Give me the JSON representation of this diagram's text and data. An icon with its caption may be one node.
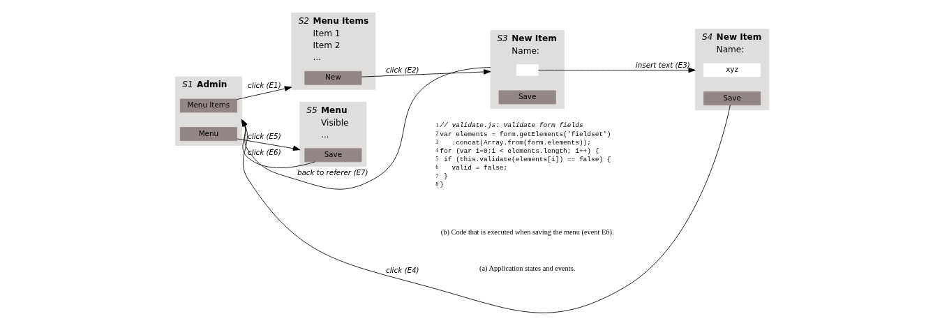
{
  "diagram": {
    "nodes": [
      {
        "text": [
          "Admin"
        ],
        "beside": [
          "S1"
        ]
      },
      {
        "text": [
          "Menu Items"
        ],
        "in": 0
      },
      {
        "text": [
          "Menu"
        ],
        "in": 0
      },
      {
        "text": [
          "Menu Items",
          "Item 1",
          "Item 2",
          "..."
        ],
        "beside": [
          "S2"
        ]
      },
      {
        "text": [
          "New"
        ],
        "in": 3
      },
      {
        "text": [
          "New Item",
          "Name:"
        ],
        "beside": [
          "S3"
        ]
      },
      {
        "text": [],
        "shape": "box",
        "in": 5
      },
      {
        "text": [
          "Save"
        ],
        "in": 5
      },
      {
        "text": [
          "New Item",
          "Name:"
        ],
        "beside": [
          "S4"
        ]
      },
      {
        "text": [
          "xyz"
        ],
        "in": 8
      },
      {
        "text": [
          "Save"
        ],
        "in": 8
      },
      {
        "text": [
          "Menu",
          "Visible",
          "..."
        ],
        "beside": [
          "S5"
        ]
      },
      {
        "text": [
          "Save"
        ],
        "in": 11
      }
    ],
    "edges": [
      {
        "from": 1,
        "to": 3,
        "arrow": "to",
        "label": "click (E1)"
      },
      {
        "from": 4,
        "to": 5,
        "arrow": "to",
        "label": "click (E2)"
      },
      {
        "from": 6,
        "to": 8,
        "arrow": "to",
        "label": "insert text (E3)"
      },
      {
        "from": 10,
        "to": 0,
        "arrow": "to",
        "label": "click (E4)"
      },
      {
        "from": 2,
        "to": 11,
        "arrow": "to",
        "label": "click (E5)"
      },
      {
        "from": 12,
        "to": 0,
        "arrow": "to",
        "label": "click (E6)"
      },
      {
        "from": 5,
        "to": 0,
        "arrow": "to",
        "label": "back to referer (E7)"
      }
    ],
    "labels": [
      "1",
      "// validate.js: Validate form fields",
      "2",
      "var elements = form.getElements('fieldset')",
      "3",
      "    .concat(Array.from(form.elements));",
      "4",
      "for (var i=0;i < elements.length; i++) {",
      "5",
      "  if (this.validate(elements[i]) == false) {",
      "6",
      "    valid = false;",
      "7",
      "  }",
      "8",
      "}",
      "(a) Application states and events.",
      "(b) Code that is executed when saving the menu (event E6)."
    ]
  }
}
